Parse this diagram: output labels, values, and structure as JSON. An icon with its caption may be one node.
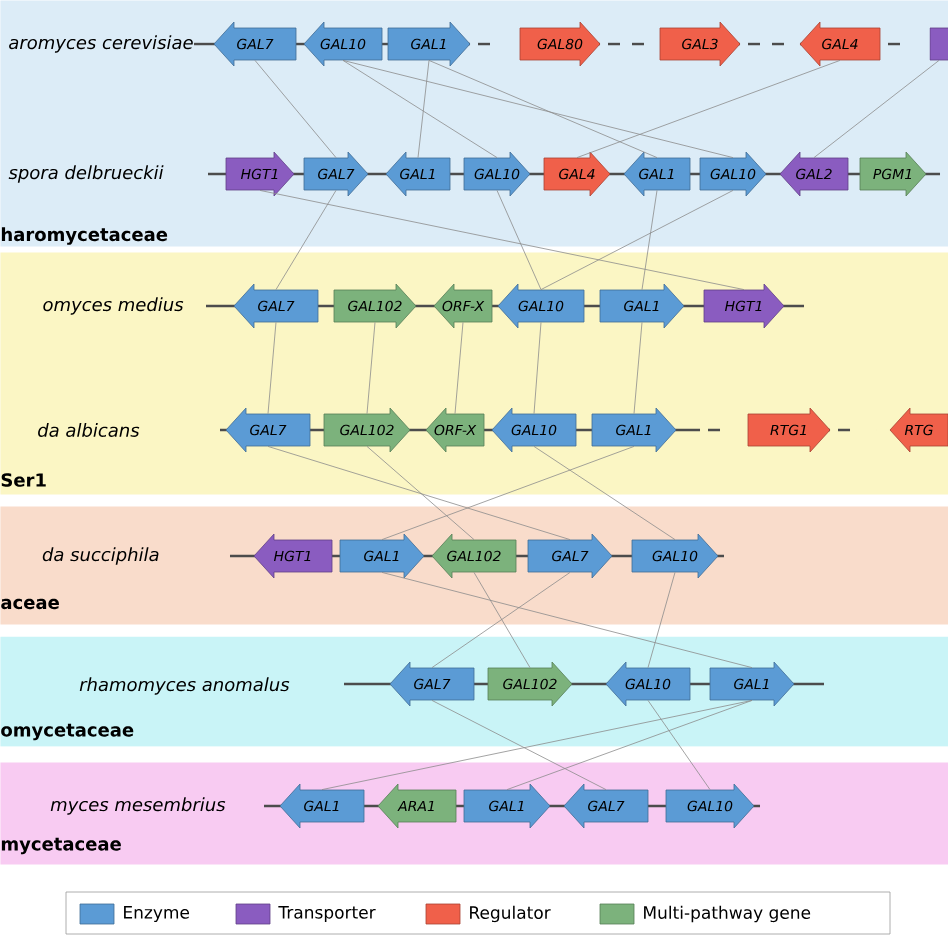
{
  "diagram": {
    "nodes": [
      {
        "text": [
          "aromyces cerevisiae",
          "spora delbrueckii",
          "haromycetaceae"
        ]
      },
      {
        "text": [
          "GAL7"
        ],
        "in": 0
      },
      {
        "text": [
          "GAL10"
        ],
        "in": 0
      },
      {
        "text": [
          "GAL1"
        ],
        "in": 0
      },
      {
        "text": [
          "GAL80"
        ],
        "in": 0
      },
      {
        "text": [
          "GAL3"
        ],
        "in": 0
      },
      {
        "text": [
          "GAL4"
        ],
        "in": 0
      },
      {
        "text": [],
        "shape": "box",
        "in": 0
      },
      {
        "text": [
          "HGT1"
        ],
        "in": 0
      },
      {
        "text": [
          "GAL7"
        ],
        "in": 0
      },
      {
        "text": [
          "GAL1"
        ],
        "in": 0
      },
      {
        "text": [
          "GAL10"
        ],
        "in": 0
      },
      {
        "text": [
          "GAL4"
        ],
        "in": 0
      },
      {
        "text": [
          "GAL1"
        ],
        "in": 0
      },
      {
        "text": [
          "GAL10"
        ],
        "in": 0
      },
      {
        "text": [
          "GAL2"
        ],
        "in": 0
      },
      {
        "text": [
          "PGM1"
        ],
        "in": 0
      },
      {
        "text": [
          "omyces medius",
          "da albicans",
          "Ser1"
        ]
      },
      {
        "text": [
          "GAL7"
        ],
        "in": 17
      },
      {
        "text": [
          "GAL102"
        ],
        "in": 17
      },
      {
        "text": [
          "ORF-X"
        ],
        "in": 17
      },
      {
        "text": [
          "GAL10"
        ],
        "in": 17
      },
      {
        "text": [
          "GAL1"
        ],
        "in": 17
      },
      {
        "text": [
          "HGT1"
        ],
        "in": 17
      },
      {
        "text": [
          "GAL7"
        ],
        "in": 17
      },
      {
        "text": [
          "GAL102"
        ],
        "in": 17
      },
      {
        "text": [
          "ORF-X"
        ],
        "in": 17
      },
      {
        "text": [
          "GAL10"
        ],
        "in": 17
      },
      {
        "text": [
          "GAL1"
        ],
        "in": 17
      },
      {
        "text": [
          "RTG1"
        ],
        "in": 17
      },
      {
        "text": [
          "RTG"
        ],
        "in": 17
      },
      {
        "text": [
          "da succiphila",
          "aceae"
        ]
      },
      {
        "text": [
          "HGT1"
        ],
        "in": 31
      },
      {
        "text": [
          "GAL1"
        ],
        "in": 31
      },
      {
        "text": [
          "GAL102"
        ],
        "in": 31
      },
      {
        "text": [
          "GAL7"
        ],
        "in": 31
      },
      {
        "text": [
          "GAL10"
        ],
        "in": 31
      },
      {
        "text": [
          "rhamomyces anomalus",
          "omycetaceae"
        ]
      },
      {
        "text": [
          "GAL7"
        ],
        "in": 37
      },
      {
        "text": [
          "GAL102"
        ],
        "in": 37
      },
      {
        "text": [
          "GAL10"
        ],
        "in": 37
      },
      {
        "text": [
          "GAL1"
        ],
        "in": 37
      },
      {
        "text": [
          "myces mesembrius",
          "mycetaceae"
        ]
      },
      {
        "text": [
          "GAL1"
        ],
        "in": 42
      },
      {
        "text": [
          "ARA1"
        ],
        "in": 42
      },
      {
        "text": [
          "GAL1"
        ],
        "in": 42
      },
      {
        "text": [
          "GAL7"
        ],
        "in": 42
      },
      {
        "text": [
          "GAL10"
        ],
        "in": 42
      }
    ],
    "edges": [
      {
        "from": 1,
        "to": 9,
        "arrow": "none"
      },
      {
        "from": 2,
        "to": 11,
        "arrow": "none"
      },
      {
        "from": 2,
        "to": 14,
        "arrow": "none"
      },
      {
        "from": 3,
        "to": 10,
        "arrow": "none"
      },
      {
        "from": 3,
        "to": 13,
        "arrow": "none"
      },
      {
        "from": 6,
        "to": 12,
        "arrow": "none"
      },
      {
        "from": 7,
        "to": 15,
        "arrow": "none"
      },
      {
        "from": 8,
        "to": 23,
        "arrow": "none"
      },
      {
        "from": 9,
        "to": 18,
        "arrow": "none"
      },
      {
        "from": 11,
        "to": 21,
        "arrow": "none"
      },
      {
        "from": 13,
        "to": 22,
        "arrow": "none"
      },
      {
        "from": 14,
        "to": 21,
        "arrow": "none"
      },
      {
        "from": 18,
        "to": 24,
        "arrow": "none"
      },
      {
        "from": 19,
        "to": 25,
        "arrow": "none"
      },
      {
        "from": 20,
        "to": 26,
        "arrow": "none"
      },
      {
        "from": 21,
        "to": 27,
        "arrow": "none"
      },
      {
        "from": 22,
        "to": 28,
        "arrow": "none"
      },
      {
        "from": 24,
        "to": 35,
        "arrow": "none"
      },
      {
        "from": 25,
        "to": 34,
        "arrow": "none"
      },
      {
        "from": 27,
        "to": 36,
        "arrow": "none"
      },
      {
        "from": 28,
        "to": 33,
        "arrow": "none"
      },
      {
        "from": 33,
        "to": 41,
        "arrow": "none"
      },
      {
        "from": 34,
        "to": 39,
        "arrow": "none"
      },
      {
        "from": 35,
        "to": 38,
        "arrow": "none"
      },
      {
        "from": 36,
        "to": 40,
        "arrow": "none"
      },
      {
        "from": 38,
        "to": 46,
        "arrow": "none"
      },
      {
        "from": 40,
        "to": 47,
        "arrow": "none"
      },
      {
        "from": 41,
        "to": 43,
        "arrow": "none"
      },
      {
        "from": 41,
        "to": 45,
        "arrow": "none"
      }
    ],
    "legend": [
      {
        "text": "Enzyme",
        "color": "#5b9bd5"
      },
      {
        "text": "Transporter",
        "color": "#8a5cc0"
      },
      {
        "text": "Regulator",
        "color": "#f0604a"
      },
      {
        "text": "Multi-pathway gene",
        "color": "#7cb27c"
      }
    ]
  }
}
